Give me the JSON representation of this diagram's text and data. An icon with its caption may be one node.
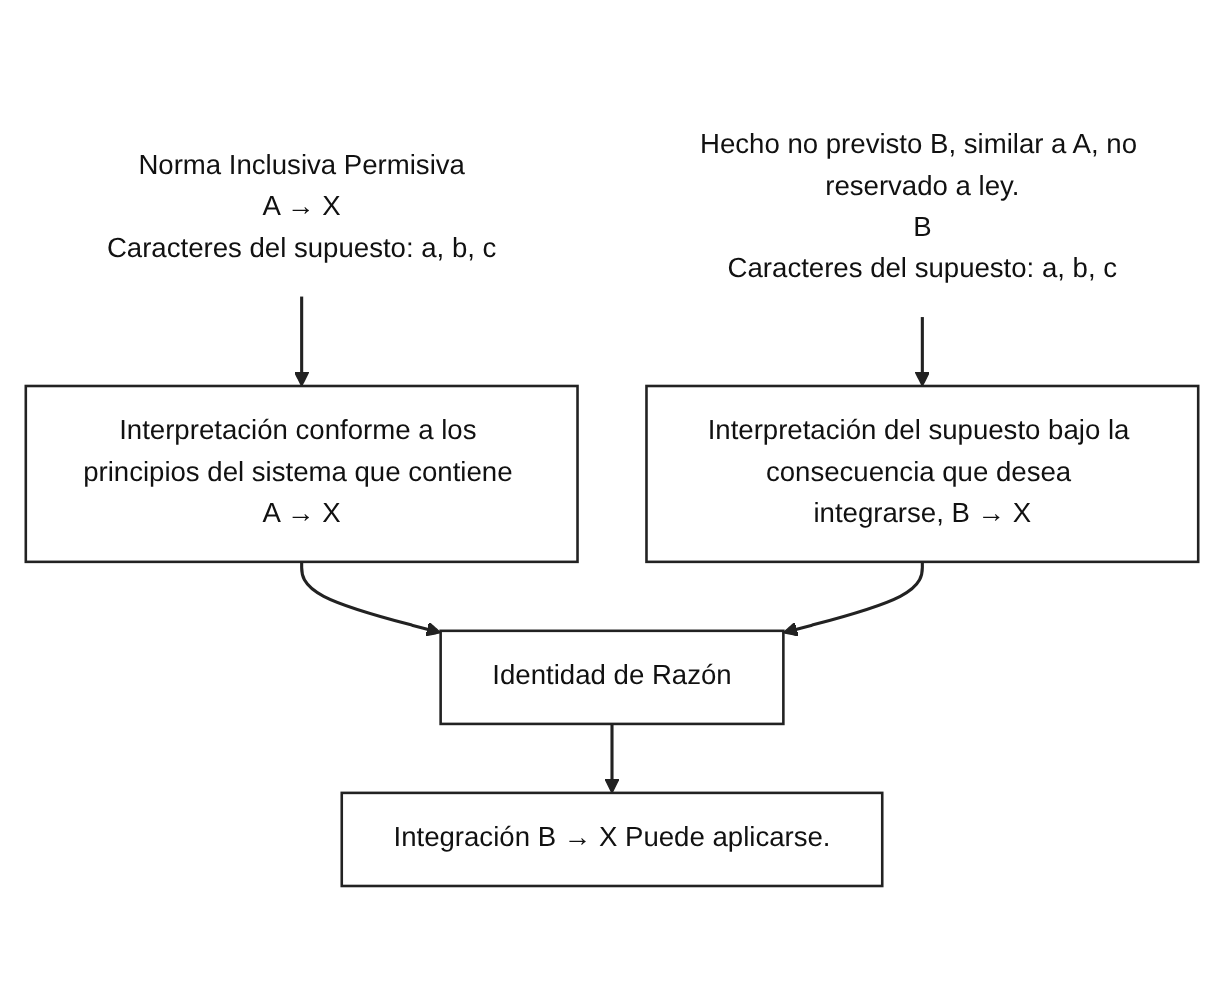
{
  "diagram": {
    "nodes": [
      {
        "text": [
          "Norma Inclusiva Permisiva",
          "A → X",
          "Caracteres del supuesto: a, b, c"
        ]
      },
      {
        "text": [
          "Hecho no previsto B, similar a A, no reservado a ley.",
          "B",
          "Caracteres del supuesto: a, b, c"
        ]
      },
      {
        "text": [
          "Interpretación conforme a los principios del sistema que contiene A → X"
        ]
      },
      {
        "text": [
          "Interpretación del supuesto bajo la consecuencia que desea integrarse, B → X"
        ]
      },
      {
        "text": [
          "Identidad de Razón"
        ]
      },
      {
        "text": [
          "Integración B → X Puede aplicarse."
        ]
      }
    ],
    "edges": [
      {
        "from": 0,
        "to": 2,
        "arrow": "to"
      },
      {
        "from": 1,
        "to": 3,
        "arrow": "to"
      },
      {
        "from": 2,
        "to": 4,
        "arrow": "to"
      },
      {
        "from": 3,
        "to": 4,
        "arrow": "to"
      },
      {
        "from": 4,
        "to": 5,
        "arrow": "to"
      }
    ]
  }
}
